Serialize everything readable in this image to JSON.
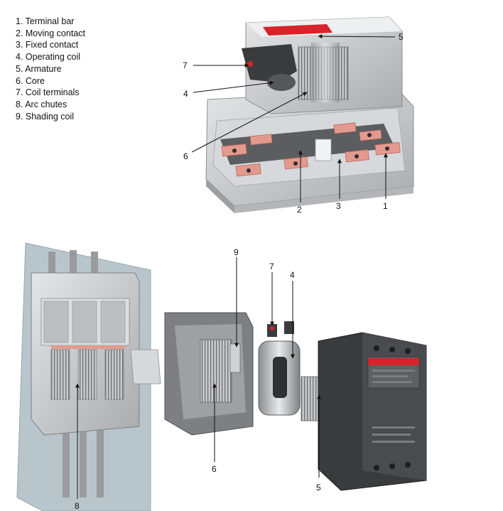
{
  "legend": [
    "1. Terminal bar",
    "2. Moving contact",
    "3. Fixed contact",
    "4. Operating coil",
    "5. Armature",
    "6. Core",
    "7. Coil terminals",
    "8. Arc chutes",
    "9. Shading coil"
  ],
  "callouts_top": [
    "5",
    "7",
    "4",
    "6",
    "2",
    "3",
    "1"
  ],
  "callouts_bottom": [
    "9",
    "7",
    "4",
    "6",
    "5",
    "8"
  ],
  "colors": {
    "housing_grey": "#c9cacc",
    "contact_copper": "#e39a8e",
    "brand_red": "#d8232a",
    "dark_plastic": "#3a3b3d",
    "wall_blue_grey": "#b8c6cc"
  }
}
